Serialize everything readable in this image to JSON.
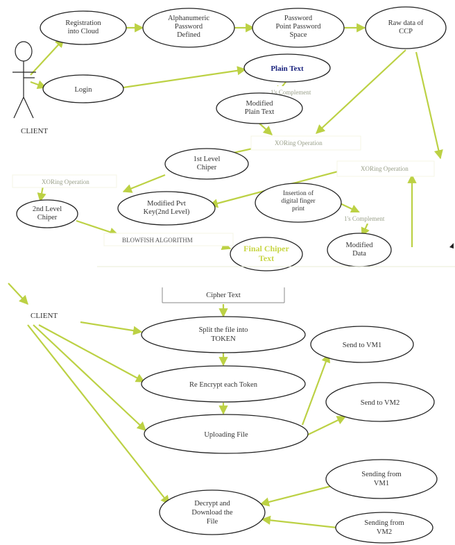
{
  "colors": {
    "arrow": "#bcd144",
    "node_stroke": "#222222",
    "node_fill": "#ffffff",
    "label_bg": "#ffffff",
    "plain_text": "#1a237e",
    "final_text": "#c8d645"
  },
  "top": {
    "client_label": "CLIENT",
    "nodes": {
      "registration": [
        "Registration",
        "into Cloud"
      ],
      "alphanumeric": [
        "Alphanumeric",
        "Password",
        "Defined"
      ],
      "password_point": [
        "Password",
        "Point Password",
        "Space"
      ],
      "raw_data": [
        "Raw data of",
        "CCP"
      ],
      "login": [
        "Login"
      ],
      "plain_text": [
        "Plain Text"
      ],
      "modified_plain": [
        "Modified",
        "Plain Text"
      ],
      "first_level": [
        "1st Level",
        "Chiper"
      ],
      "second_level": [
        "2nd Level",
        "Chiper"
      ],
      "modified_pvt": [
        "Modified Pvt",
        "Key(2nd Level)"
      ],
      "insertion": [
        "Insertion of",
        "digital finger",
        "print"
      ],
      "modified_data": [
        "Modified",
        "Data"
      ],
      "final_cipher": [
        "Final Chiper",
        "Text"
      ]
    },
    "labels": {
      "ones_complement_1": "1's Complement",
      "xoring_1": "XORing Operation",
      "xoring_2": "XORing Operation",
      "xoring_3": "XORing Operation",
      "ones_complement_2": "1's Complement",
      "blowfish": "BLOWFISH ALGORITHM"
    }
  },
  "bottom": {
    "client_label": "CLIENT",
    "cipher_text": "Cipher Text",
    "nodes": {
      "split": [
        "Split the file into",
        "TOKEN"
      ],
      "re_encrypt": [
        "Re Encrypt each Token"
      ],
      "uploading": [
        "Uploading File"
      ],
      "send_vm1": [
        "Send to VM1"
      ],
      "send_vm2": [
        "Send to VM2"
      ],
      "sending_vm1": [
        "Sending from",
        "VM1"
      ],
      "sending_vm2": [
        "Sending from",
        "VM2"
      ],
      "decrypt": [
        "Decrypt and",
        "Download the",
        "File"
      ]
    }
  }
}
